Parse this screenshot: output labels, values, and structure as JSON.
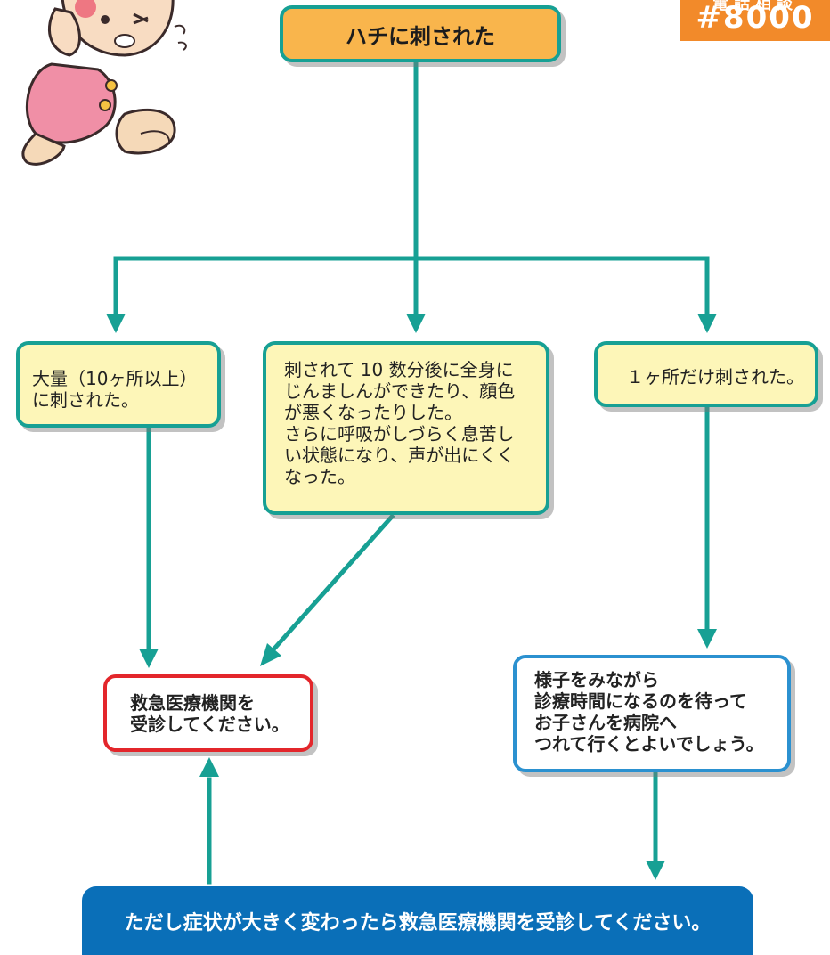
{
  "badge": {
    "line1": "電話相談",
    "number": "#8000"
  },
  "flow": {
    "start": "ハチに刺された",
    "conditions": {
      "many": "大量（10ヶ所以上）\nに刺された。",
      "systemic": "刺されて 10 数分後に全身に\nじんましんができたり、顔色\nが悪くなったりした。\nさらに呼吸がしづらく息苦し\nい状態になり、声が出にくく\nなった。",
      "single": "１ヶ所だけ刺された。"
    },
    "actions": {
      "emergency": "救急医療機関を\n受診してください。",
      "wait": "様子をみながら\n診療時間になるのを待って\nお子さんを病院へ\nつれて行くとよいでしょう。"
    },
    "note": "ただし症状が大きく変わったら救急医療機関を受診してください。"
  },
  "colors": {
    "connector": "#17a094",
    "start_fill": "#f9b54c",
    "condition_fill": "#fdf6b8",
    "emergency_border": "#e3262b",
    "wait_border": "#2b91d0",
    "note_fill": "#0a6fb8",
    "badge_fill": "#f28a2a"
  }
}
